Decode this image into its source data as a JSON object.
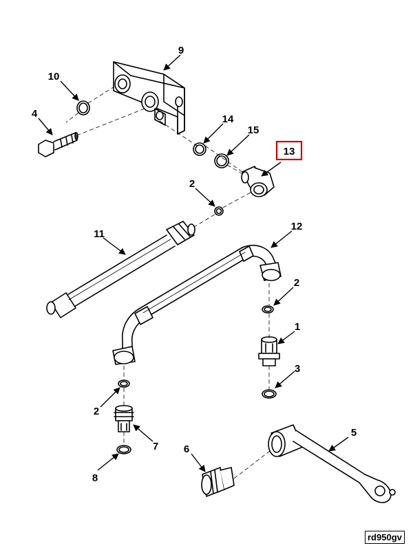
{
  "callouts": {
    "c9": "9",
    "c10": "10",
    "c4": "4",
    "c14": "14",
    "c15": "15",
    "c13": "13",
    "c2a": "2",
    "c11": "11",
    "c12": "12",
    "c2b": "2",
    "c1": "1",
    "c3": "3",
    "c2c": "2",
    "c7": "7",
    "c8": "8",
    "c6": "6",
    "c5": "5"
  },
  "highlighted_callout": "13",
  "highlight_color": "#cc0000",
  "reference_code": "rd950gv"
}
